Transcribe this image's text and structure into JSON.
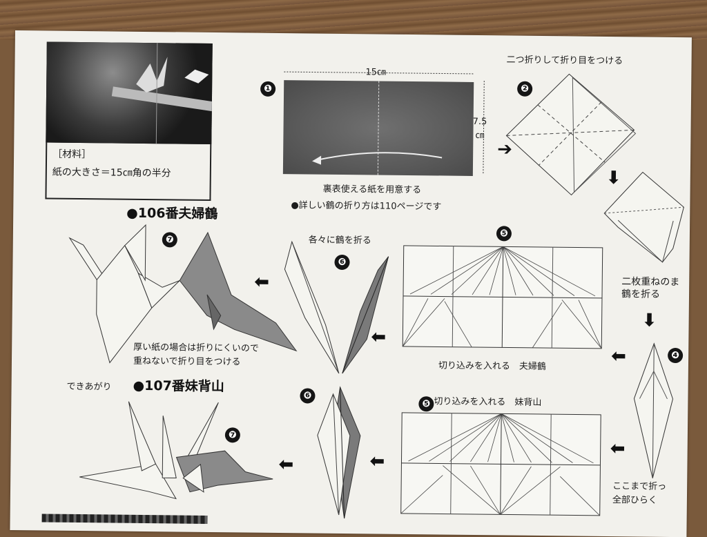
{
  "photo": {
    "alt": ""
  },
  "materials": {
    "label": "［材料］",
    "size": "紙の大きさ＝15㎝角の半分"
  },
  "step1": {
    "num": "❶",
    "width_label": "15㎝",
    "height_label_1": "7.5",
    "height_label_2": "㎝",
    "caption": "裏表使える紙を用意する",
    "note": "●詳しい鶴の折り方は110ページです"
  },
  "step2": {
    "num": "❷",
    "caption": "二つ折りして折り目をつける"
  },
  "step3": {
    "caption_1": "二枚重ねのま",
    "caption_2": "鶴を折る"
  },
  "step4": {
    "num": "❹",
    "caption_1": "ここまで折っ",
    "caption_2": "全部ひらく"
  },
  "crane106": {
    "title": "●106番夫婦鶴",
    "step5_num": "❺",
    "step5_caption": "切り込みを入れる　夫婦鶴",
    "step6_num": "❻",
    "step6_caption": "各々に鶴を折る",
    "step7_num": "❼",
    "note_1": "厚い紙の場合は折りにくいので",
    "note_2": "重ねないで折り目をつける"
  },
  "crane107": {
    "prefix": "できあがり",
    "title": "●107番妹背山",
    "step5_num": "❺",
    "step5_caption": "切り込みを入れる　妹背山",
    "step6_num": "❻",
    "step7_num": "❼"
  },
  "icons": [
    "right-arrow-icon",
    "left-arrow-icon",
    "down-arrow-icon"
  ]
}
